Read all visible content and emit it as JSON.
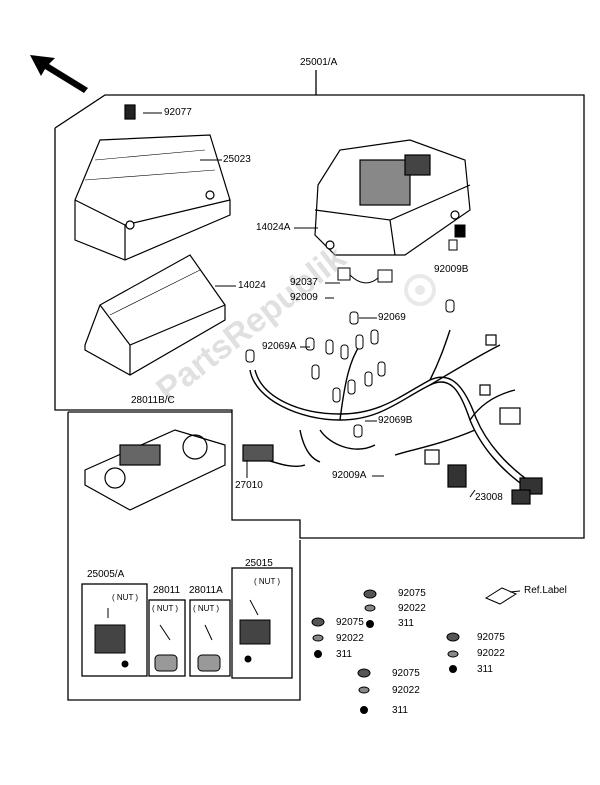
{
  "diagram": {
    "main_assembly": "25001/A",
    "parts": {
      "p92077": "92077",
      "p25023": "25023",
      "p14024A": "14024A",
      "p14024": "14024",
      "p92037": "92037",
      "p92009": "92009",
      "p92009B": "92009B",
      "p92069": "92069",
      "p92069A": "92069A",
      "p92069B": "92069B",
      "p28011BC": "28011B/C",
      "p27010": "27010",
      "p92009A": "92009A",
      "p23008": "23008",
      "p25005A": "25005/A",
      "p28011": "28011",
      "p28011A": "28011A",
      "p25015": "25015",
      "nut1": "( NUT )",
      "nut2": "( NUT )",
      "nut3": "( NUT )",
      "nut4": "( NUT )",
      "ref_label": "Ref.Label"
    },
    "hardware_group_a": {
      "p1": "92075",
      "p2": "92022",
      "p3": "311"
    },
    "hardware_group_b": {
      "p1": "92075",
      "p2": "92022",
      "p3": "311"
    },
    "hardware_group_c": {
      "p1": "92075",
      "p2": "92022",
      "p3": "311"
    },
    "hardware_group_d": {
      "p1": "92075",
      "p2": "92022",
      "p3": "311"
    },
    "watermark": "PartsRepublik"
  }
}
